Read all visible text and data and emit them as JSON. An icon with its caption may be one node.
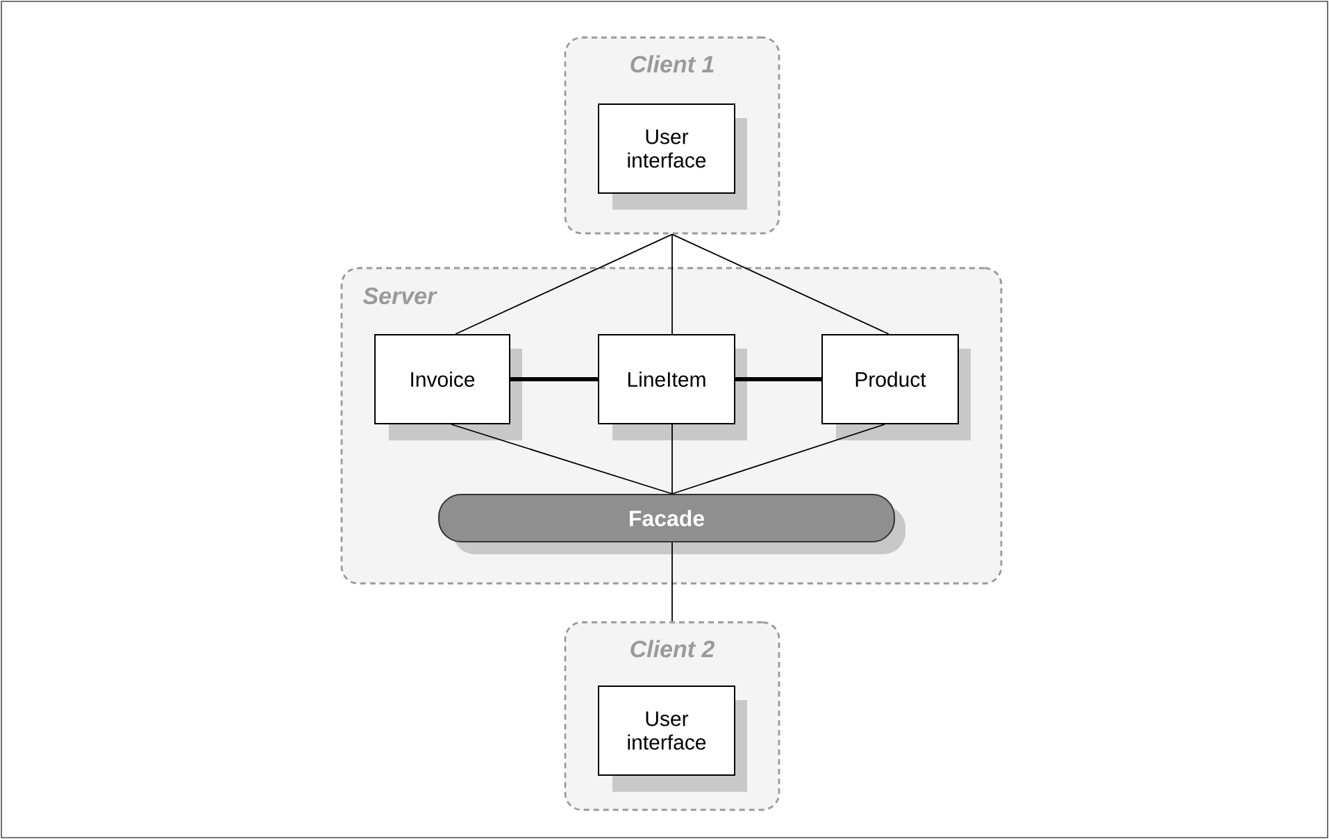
{
  "diagram": {
    "nodes": [
      {
        "text": [
          "Client 1"
        ]
      },
      {
        "text": [
          "User interface"
        ],
        "in": 0
      },
      {
        "text": [
          "Server"
        ]
      },
      {
        "text": [
          "Invoice"
        ],
        "in": 2
      },
      {
        "text": [
          "LineItem"
        ],
        "in": 2
      },
      {
        "text": [
          "Product"
        ],
        "in": 2
      },
      {
        "text": [
          "Facade"
        ],
        "in": 2
      },
      {
        "text": [
          "Client 2"
        ]
      },
      {
        "text": [
          "User interface"
        ],
        "in": 7
      }
    ],
    "edges": [
      {
        "from": 0,
        "to": 3,
        "arrow": "none"
      },
      {
        "from": 0,
        "to": 4,
        "arrow": "none"
      },
      {
        "from": 0,
        "to": 5,
        "arrow": "none"
      },
      {
        "from": 3,
        "to": 4,
        "arrow": "none",
        "style": "thick"
      },
      {
        "from": 4,
        "to": 5,
        "arrow": "none",
        "style": "thick"
      },
      {
        "from": 3,
        "to": 6,
        "arrow": "none"
      },
      {
        "from": 4,
        "to": 6,
        "arrow": "none"
      },
      {
        "from": 5,
        "to": 6,
        "arrow": "none"
      },
      {
        "from": 6,
        "to": 7,
        "arrow": "none"
      }
    ]
  }
}
